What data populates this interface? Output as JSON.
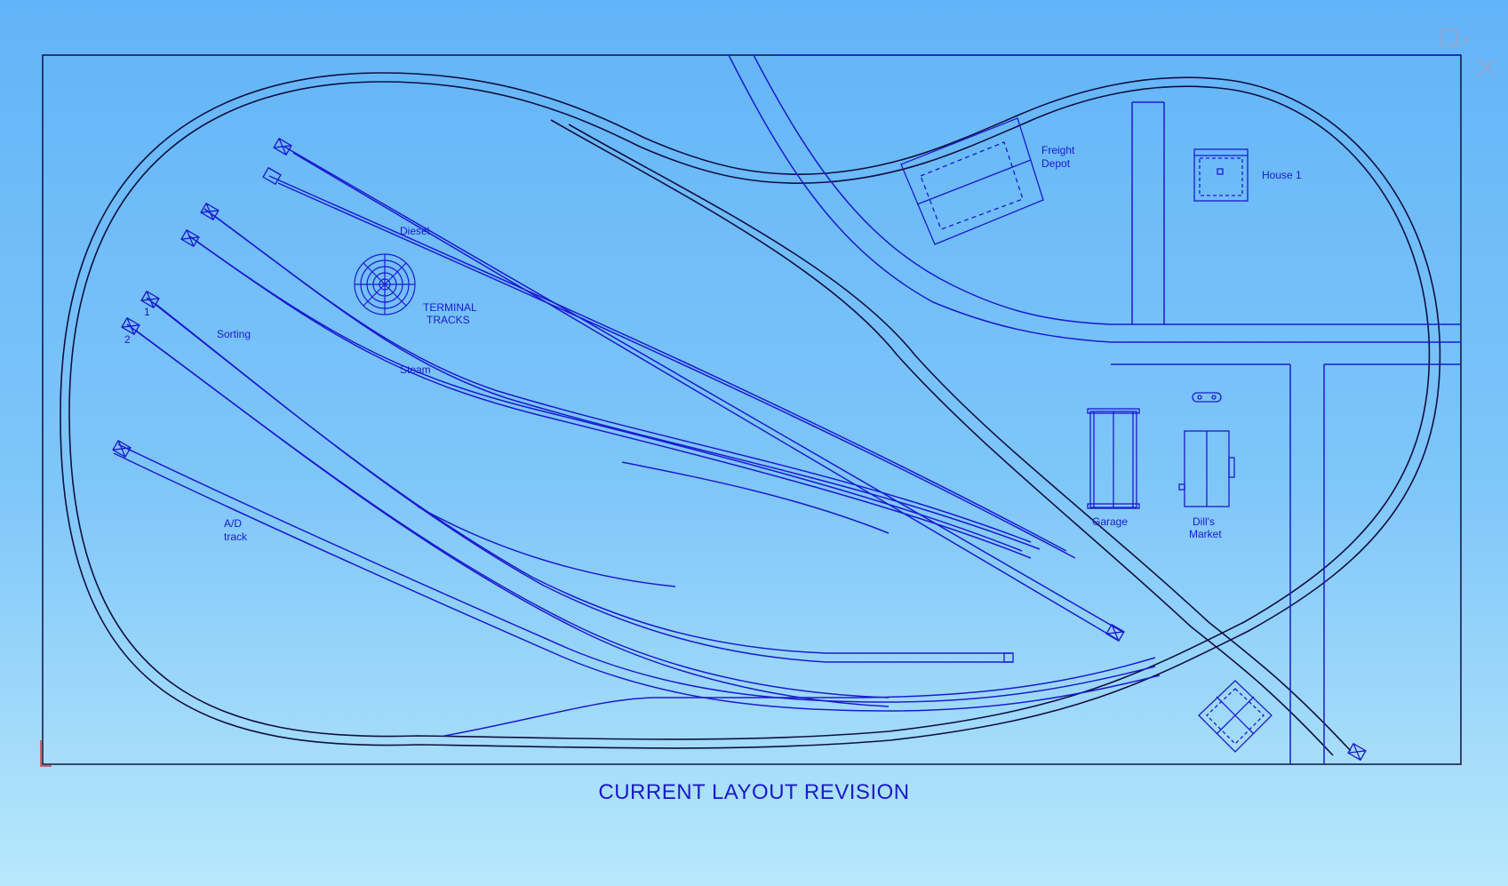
{
  "title": "CURRENT LAYOUT REVISION",
  "labels": {
    "diesel": "Diesel",
    "terminal1": "TERMINAL",
    "terminal2": "TRACKS",
    "steam": "Steam",
    "sorting": "Sorting",
    "track1": "1",
    "track2": "2",
    "ad1": "A/D",
    "ad2": "track",
    "freight1": "Freight",
    "freight2": "Depot",
    "house": "House 1",
    "garage": "Garage",
    "market1": "Dill's",
    "market2": "Market"
  },
  "icons": {
    "window_tool": "window-restore-icon",
    "close": "close-icon"
  },
  "colors": {
    "track": "#1a1ad0",
    "mainline": "#101040",
    "background_top": "#62b4f8",
    "background_bottom": "#b8e8fb"
  }
}
